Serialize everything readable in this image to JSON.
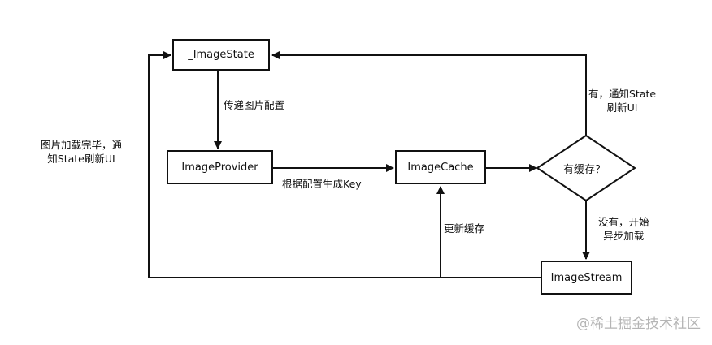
{
  "nodes": {
    "image_state": "_ImageState",
    "image_provider": "ImageProvider",
    "image_cache": "ImageCache",
    "has_cache": "有缓存？",
    "image_stream": "ImageStream"
  },
  "edges": {
    "pass_config": "传递图片配置",
    "gen_key": "根据配置生成Key",
    "notify_refresh_line1": "有，通知State",
    "notify_refresh_line2": "刷新UI",
    "async_load_line1": "没有，开始",
    "async_load_line2": "异步加载",
    "update_cache": "更新缓存",
    "load_done_line1": "图片加载完毕，通",
    "load_done_line2": "知State刷新UI"
  },
  "watermark": "@稀土掘金技术社区"
}
